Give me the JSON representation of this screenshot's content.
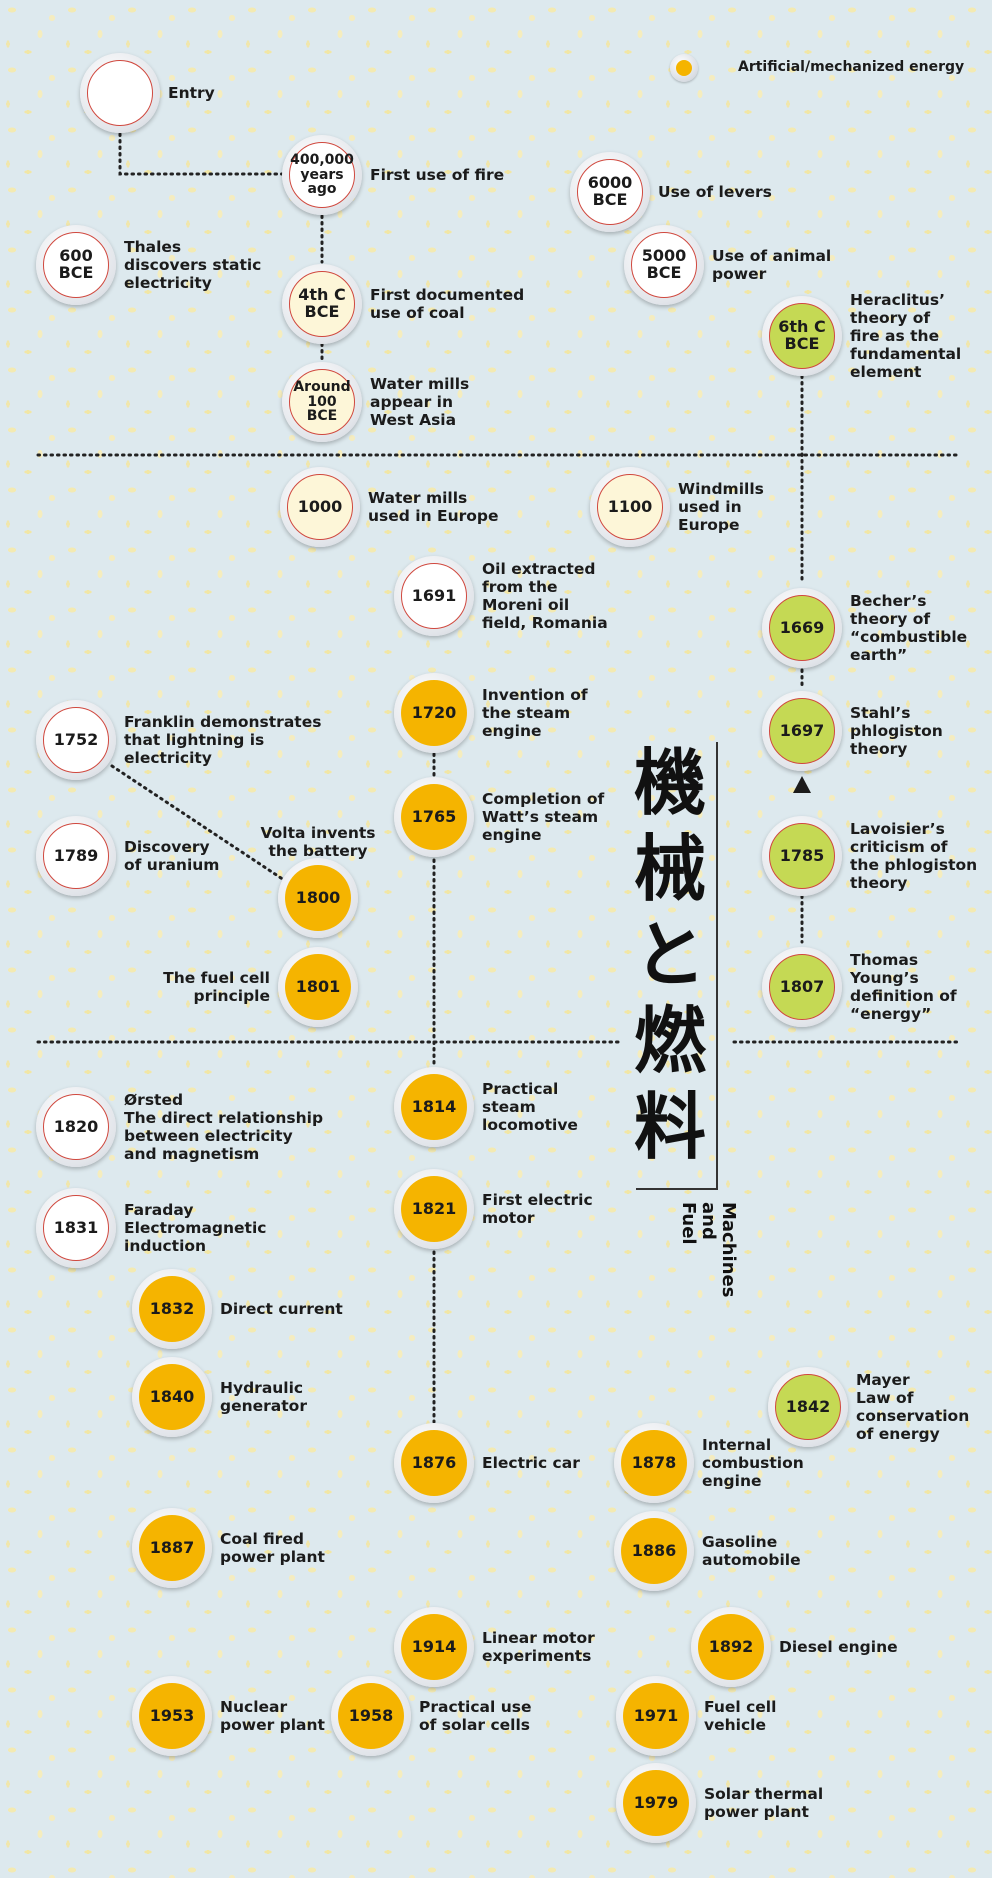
{
  "legend": {
    "label": "Artificial/mechanized energy"
  },
  "title": {
    "japanese": "機\n械\nと\n燃\n料",
    "english": "Machines\nand\nFuel"
  },
  "colors": {
    "natural": "#ffffff",
    "early": "#fdf6d8",
    "mechanized": "#f5b400",
    "theory": "#c5d954",
    "ring": "#d0483e"
  },
  "events": [
    {
      "id": "entry",
      "date": "",
      "label": "Entry",
      "style": "white"
    },
    {
      "id": "fire",
      "date": "400,000\nyears\nago",
      "label": "First use of fire",
      "style": "white"
    },
    {
      "id": "levers",
      "date": "6000\nBCE",
      "label": "Use of levers",
      "style": "white"
    },
    {
      "id": "thales",
      "date": "600\nBCE",
      "label": "Thales\ndiscovers static\nelectricity",
      "style": "white"
    },
    {
      "id": "animal",
      "date": "5000\nBCE",
      "label": "Use of animal\npower",
      "style": "white"
    },
    {
      "id": "coal",
      "date": "4th C\nBCE",
      "label": "First documented\nuse of coal",
      "style": "cream"
    },
    {
      "id": "heraclitus",
      "date": "6th C\nBCE",
      "label": "Heraclitus’\ntheory of\nfire as the\nfundamental\nelement",
      "style": "green"
    },
    {
      "id": "watermills-wa",
      "date": "Around\n100\nBCE",
      "label": "Water mills\nappear in\nWest Asia",
      "style": "cream"
    },
    {
      "id": "watermills-eu",
      "date": "1000",
      "label": "Water mills\nused in Europe",
      "style": "cream"
    },
    {
      "id": "windmills",
      "date": "1100",
      "label": "Windmills\nused in\nEurope",
      "style": "cream"
    },
    {
      "id": "oil",
      "date": "1691",
      "label": "Oil extracted\nfrom the\nMoreni oil\nfield, Romania",
      "style": "white"
    },
    {
      "id": "becher",
      "date": "1669",
      "label": "Becher’s\ntheory of\n“combustible\nearth”",
      "style": "green"
    },
    {
      "id": "steam-engine",
      "date": "1720",
      "label": "Invention of\nthe steam\nengine",
      "style": "orange"
    },
    {
      "id": "franklin",
      "date": "1752",
      "label": "Franklin demonstrates\nthat lightning is\nelectricity",
      "style": "white"
    },
    {
      "id": "stahl",
      "date": "1697",
      "label": "Stahl’s\nphlogiston\ntheory",
      "style": "green"
    },
    {
      "id": "watt",
      "date": "1765",
      "label": "Completion of\nWatt’s steam\nengine",
      "style": "orange"
    },
    {
      "id": "uranium",
      "date": "1789",
      "label": "Discovery\nof uranium",
      "style": "white"
    },
    {
      "id": "battery",
      "date": "1800",
      "label": "Volta invents\nthe battery",
      "style": "orange"
    },
    {
      "id": "lavoisier",
      "date": "1785",
      "label": "Lavoisier’s\ncriticism of\nthe phlogiston\ntheory",
      "style": "green"
    },
    {
      "id": "fuelcell-principle",
      "date": "1801",
      "label": "The fuel cell\nprinciple",
      "style": "orange"
    },
    {
      "id": "young",
      "date": "1807",
      "label": "Thomas\nYoung’s\ndefinition of\n“energy”",
      "style": "green"
    },
    {
      "id": "oersted",
      "date": "1820",
      "label": "Ørsted\nThe direct relationship\nbetween electricity\nand magnetism",
      "style": "white"
    },
    {
      "id": "locomotive",
      "date": "1814",
      "label": "Practical\nsteam\nlocomotive",
      "style": "orange"
    },
    {
      "id": "faraday",
      "date": "1831",
      "label": "Faraday\nElectromagnetic\ninduction",
      "style": "white"
    },
    {
      "id": "motor",
      "date": "1821",
      "label": "First electric\nmotor",
      "style": "orange"
    },
    {
      "id": "dc",
      "date": "1832",
      "label": "Direct current",
      "style": "orange"
    },
    {
      "id": "hydraulic",
      "date": "1840",
      "label": "Hydraulic\ngenerator",
      "style": "orange"
    },
    {
      "id": "mayer",
      "date": "1842",
      "label": "Mayer\nLaw of\nconservation\nof energy",
      "style": "green"
    },
    {
      "id": "electric-car",
      "date": "1876",
      "label": "Electric car",
      "style": "orange"
    },
    {
      "id": "ice",
      "date": "1878",
      "label": "Internal\ncombustion\nengine",
      "style": "orange"
    },
    {
      "id": "coal-plant",
      "date": "1887",
      "label": "Coal fired\npower plant",
      "style": "orange"
    },
    {
      "id": "gasoline",
      "date": "1886",
      "label": "Gasoline\nautomobile",
      "style": "orange"
    },
    {
      "id": "linear",
      "date": "1914",
      "label": "Linear motor\nexperiments",
      "style": "orange"
    },
    {
      "id": "diesel",
      "date": "1892",
      "label": "Diesel engine",
      "style": "orange"
    },
    {
      "id": "nuclear",
      "date": "1953",
      "label": "Nuclear\npower plant",
      "style": "orange"
    },
    {
      "id": "solar-cells",
      "date": "1958",
      "label": "Practical use\nof solar cells",
      "style": "orange"
    },
    {
      "id": "fcv",
      "date": "1971",
      "label": "Fuel cell\nvehicle",
      "style": "orange"
    },
    {
      "id": "solar-thermal",
      "date": "1979",
      "label": "Solar thermal\npower plant",
      "style": "orange"
    }
  ]
}
